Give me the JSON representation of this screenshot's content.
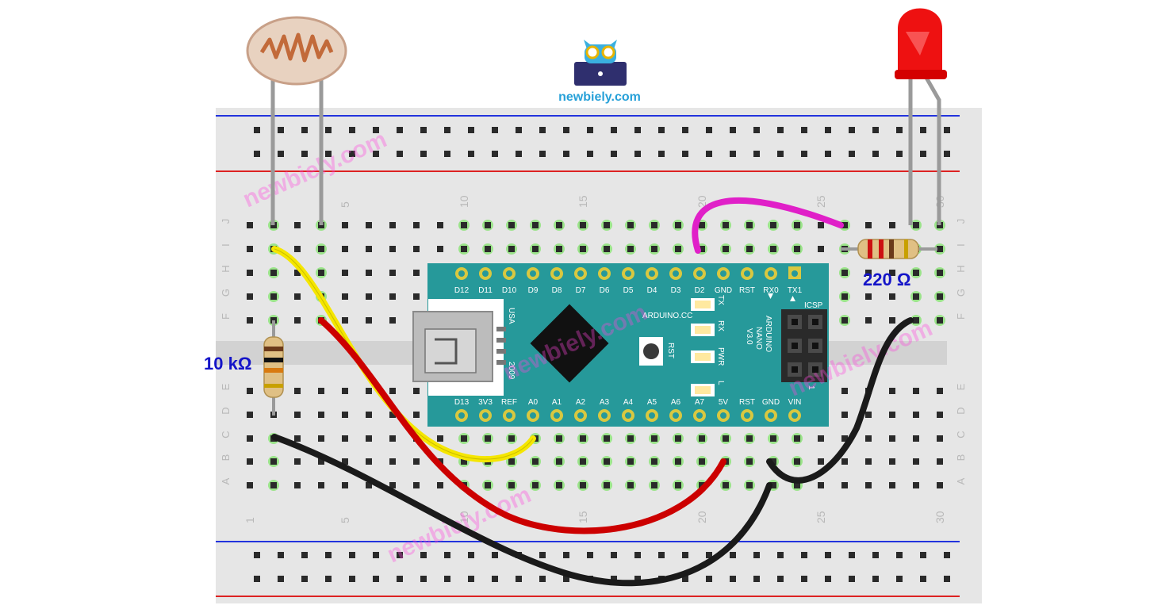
{
  "brand": {
    "name": "newbiely.com",
    "watermark": "newbiely.com"
  },
  "breadboard": {
    "column_numbers": [
      "1",
      "5",
      "10",
      "15",
      "20",
      "25",
      "30"
    ],
    "row_letters": [
      "J",
      "I",
      "H",
      "G",
      "F",
      "E",
      "D",
      "C",
      "B",
      "A"
    ]
  },
  "arduino": {
    "top_pins": [
      "D12",
      "D11",
      "D10",
      "D9",
      "D8",
      "D7",
      "D6",
      "D5",
      "D4",
      "D3",
      "D2",
      "GND",
      "RST",
      "RX0",
      "TX1"
    ],
    "bottom_pins": [
      "D13",
      "3V3",
      "REF",
      "A0",
      "A1",
      "A2",
      "A3",
      "A4",
      "A5",
      "A6",
      "A7",
      "5V",
      "RST",
      "GND",
      "VIN"
    ],
    "silk_arduino": "ARDUINO.CC",
    "silk_name": [
      "ARDUINO",
      "NANO",
      "V3.0"
    ],
    "silk_usa": "USA",
    "silk_year": "2009",
    "silk_rst": "RST",
    "silk_icsp": "ICSP",
    "silk_icsp_pin": "1",
    "leds": [
      "TX",
      "RX",
      "PWR",
      "L"
    ]
  },
  "components": {
    "resistor_ldr": "10 kΩ",
    "resistor_led": "220 Ω"
  },
  "colors": {
    "board_teal": "#26999a",
    "wire_yellow": "#f5e600",
    "wire_red": "#cc0000",
    "wire_black": "#1a1a1a",
    "wire_magenta": "#e020c8",
    "label_blue": "#1414c8"
  }
}
